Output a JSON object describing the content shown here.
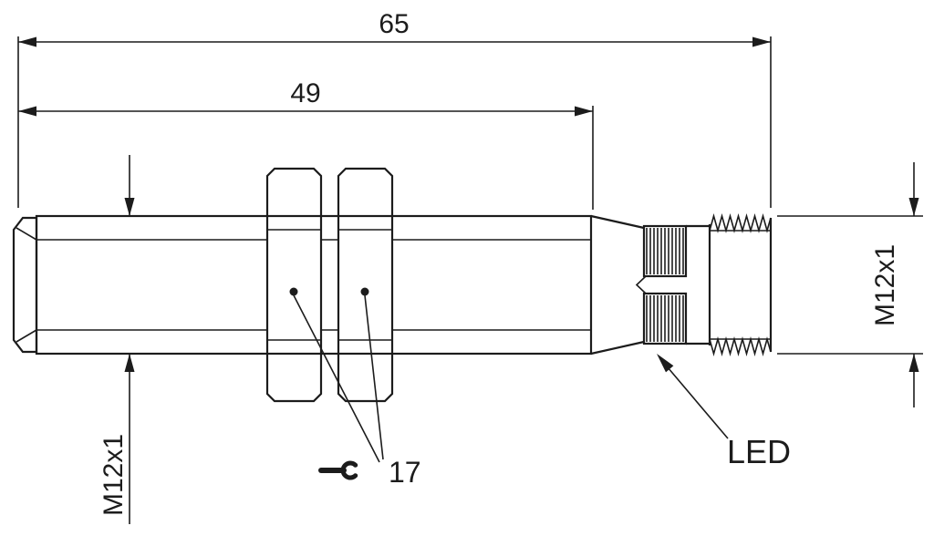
{
  "drawing": {
    "type": "technical-dimension-drawing",
    "subject": "M12 threaded barrel proximity sensor, side view",
    "dimensions": {
      "overall_length": "65",
      "body_length": "49",
      "hex_width_across_flats": "17",
      "thread_left": "M12x1",
      "thread_right": "M12x1"
    },
    "labels": {
      "led": "LED"
    },
    "colors": {
      "line": "#1c1c1c",
      "background": "#ffffff"
    }
  }
}
